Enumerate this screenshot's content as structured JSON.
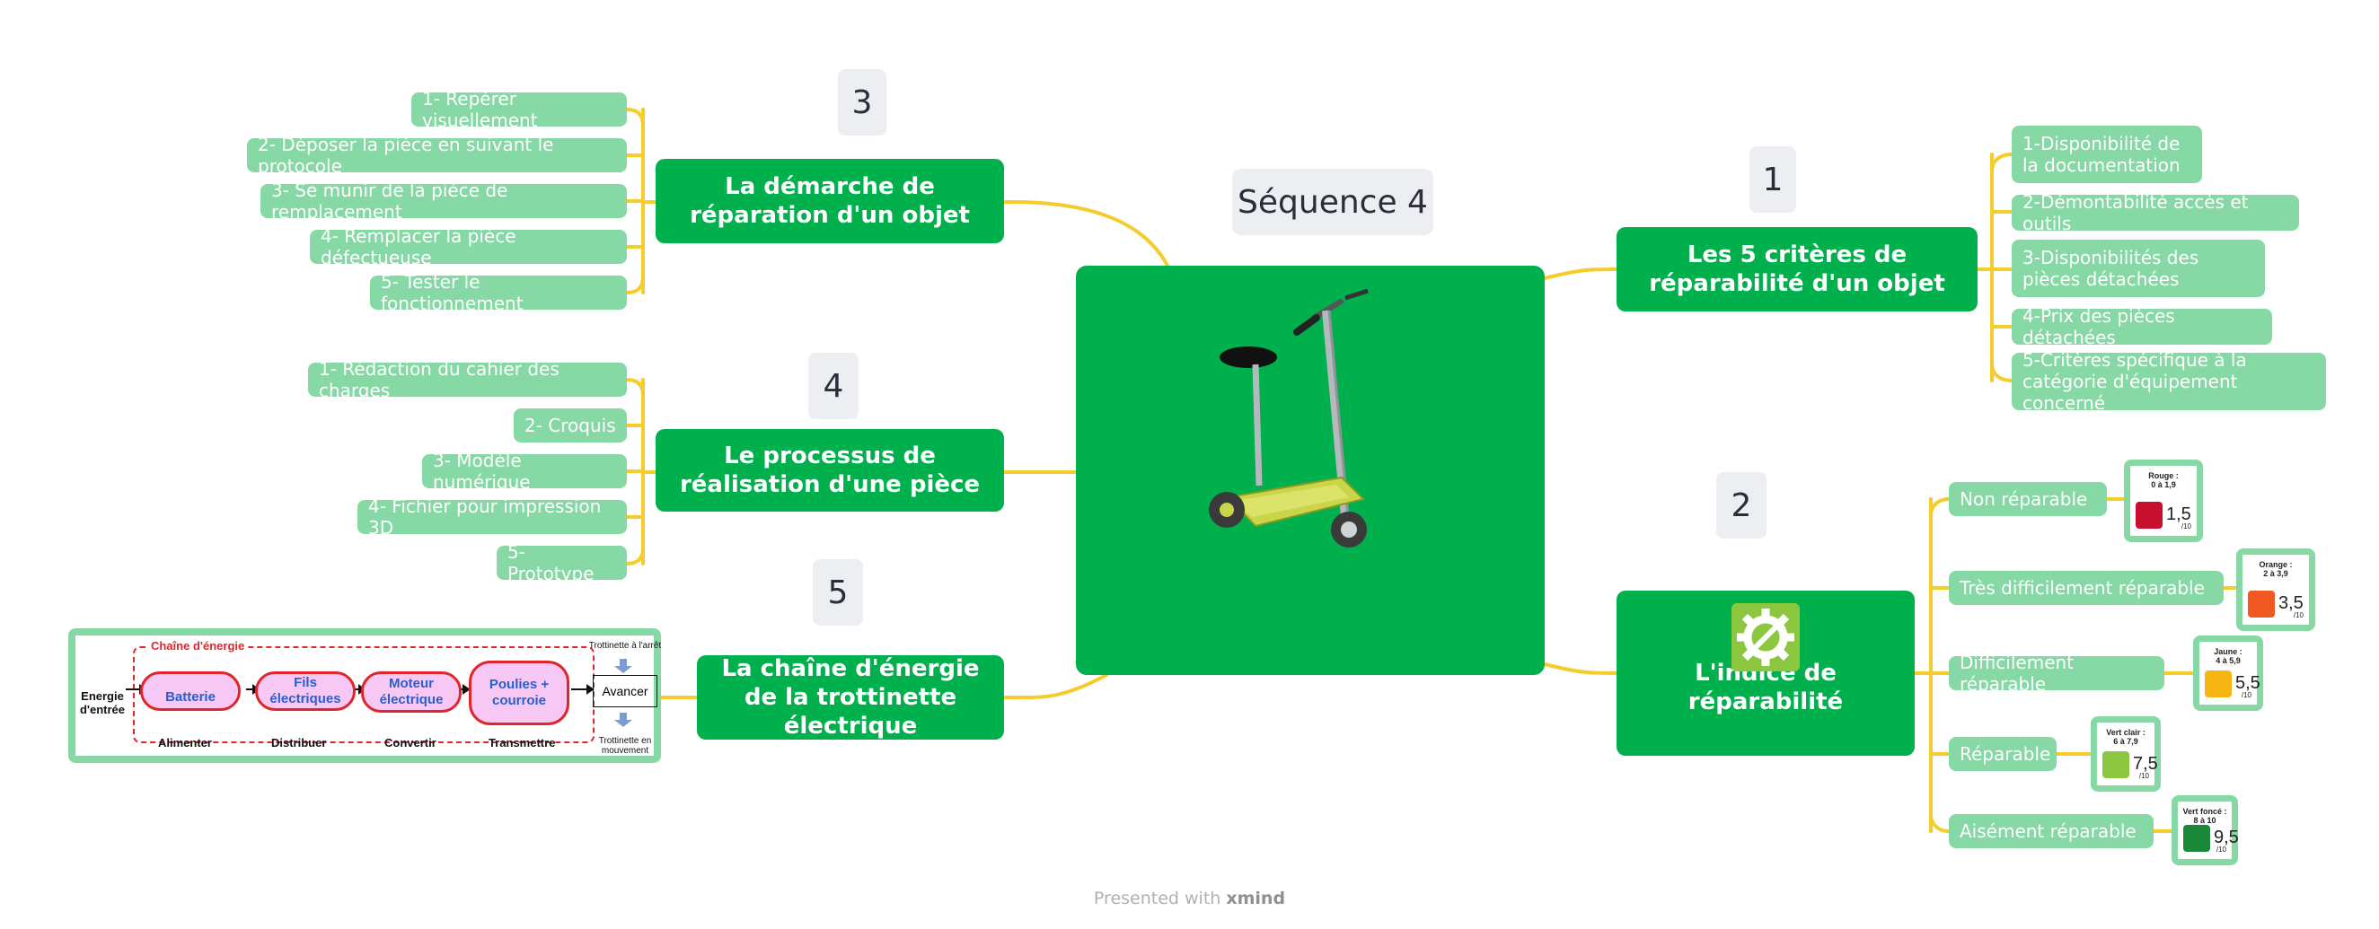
{
  "sequence_label": "Séquence 4",
  "center": {
    "title": "Ce que je dois retenir"
  },
  "topics": {
    "criteria": {
      "number": "1",
      "title": "Les 5 critères de réparabilité d'un objet",
      "items": [
        "1-Disponibilité de la documentation",
        "2-Démontabilité accès et outils",
        "3-Disponibilités  des pièces détachées",
        "4-Prix des pièces détachées",
        "5-Critères spécifique à la catégorie d'équipement concerné"
      ]
    },
    "index": {
      "number": "2",
      "title": "L'indice de réparabilité",
      "items": [
        {
          "label": "Non réparable",
          "badge_label": "Rouge :\n0 à 1,9",
          "score": "1,5",
          "color": "#c8102e"
        },
        {
          "label": "Très difficilement réparable",
          "badge_label": "Orange :\n2 à 3,9",
          "score": "3,5",
          "color": "#f05a22"
        },
        {
          "label": "Difficilement réparable",
          "badge_label": "Jaune :\n4 à 5,9",
          "score": "5,5",
          "color": "#f7b513"
        },
        {
          "label": "Réparable",
          "badge_label": "Vert clair :\n6 à 7,9",
          "score": "7,5",
          "color": "#8dc63f"
        },
        {
          "label": "Aisément réparable",
          "badge_label": "Vert foncé :\n8 à 10",
          "score": "9,5",
          "color": "#1a8a3a"
        }
      ],
      "out_of": "/10"
    },
    "repair": {
      "number": "3",
      "title": "La démarche de réparation d'un objet",
      "items": [
        "1- Repérer visuellement",
        "2- Déposer la pièce en suivant le protocole",
        "3- Se munir de la pièce de remplacement",
        "4- Remplacer la pièce défectueuse",
        "5- Tester le fonctionnement"
      ]
    },
    "process": {
      "number": "4",
      "title": "Le processus de réalisation d'une pièce",
      "items": [
        "1- Rédaction du cahier des charges",
        "2- Croquis",
        "3- Modèle numérique",
        "4- Fichier pour impression 3D",
        "5- Prototype"
      ]
    },
    "chain": {
      "number": "5",
      "title": "La chaîne d'énergie de la trottinette électrique",
      "diagram": {
        "group_label": "Chaîne d'énergie",
        "input_label": "Energie d'entrée",
        "blocks": [
          "Batterie",
          "Fils électriques",
          "Moteur électrique",
          "Poulies + courroie"
        ],
        "functions": [
          "Alimenter",
          "Distribuer",
          "Convertir",
          "Transmettre"
        ],
        "action": "Avancer",
        "state_before": "Trottinette à l'arrêt",
        "state_after": "Trottinette en mouvement"
      }
    }
  },
  "footer": {
    "prefix": "Presented with",
    "brand": "xmind"
  },
  "colors": {
    "main_green": "#00b04c",
    "leaf_green": "#86d8a4",
    "connector_yellow": "#f5cc2b",
    "number_bg": "#eceef2"
  }
}
